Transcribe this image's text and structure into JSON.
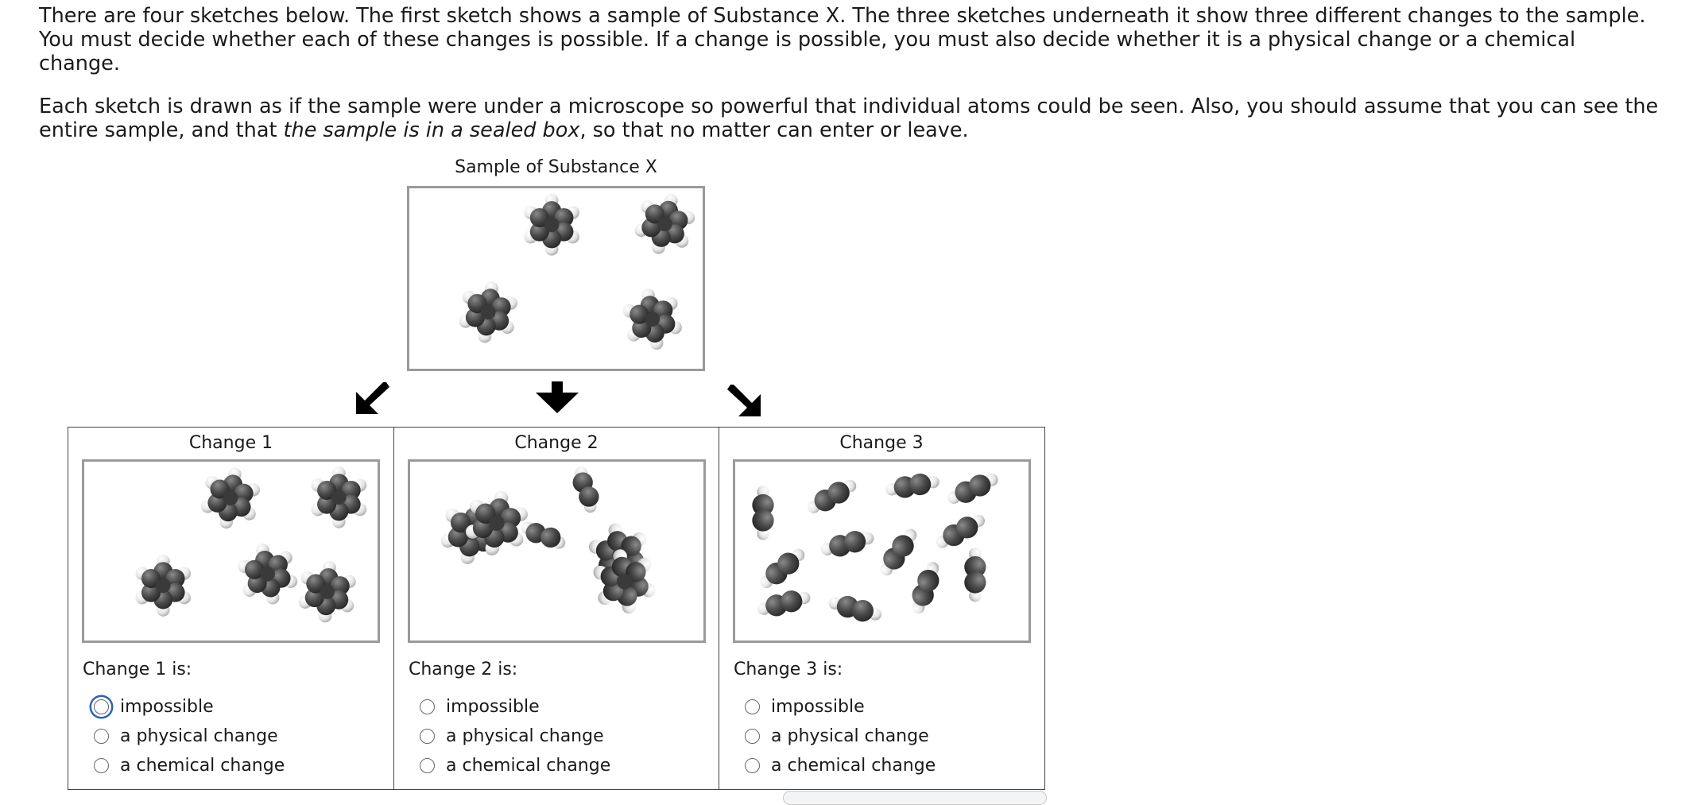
{
  "instructions": {
    "p1": "There are four sketches below. The first sketch shows a sample of Substance X. The three sketches underneath it show three different changes to the sample. You must decide whether each of these changes is possible. If a change is possible, you must also decide whether it is a physical change or a chemical change.",
    "p2_start": "Each sketch is drawn as if the sample were under a microscope so powerful that individual atoms could be seen. Also, you should assume that you can see the entire sample, and that ",
    "p2_italic": "the sample is in a sealed box",
    "p2_end": ", so that no matter can enter or leave."
  },
  "sample": {
    "title": "Sample of Substance X",
    "molecule_icon": "benzene-molecule-icon"
  },
  "changes": [
    {
      "title": "Change 1",
      "question": "Change 1 is:",
      "focused_option": 0
    },
    {
      "title": "Change 2",
      "question": "Change 2 is:"
    },
    {
      "title": "Change 3",
      "question": "Change 3 is:"
    }
  ],
  "options": [
    "impossible",
    "a physical change",
    "a chemical change"
  ],
  "colors": {
    "carbon": "#4a4a4a",
    "hydrogen": "#eeeeee",
    "focus_ring": "#2f63b8",
    "box_border": "#9a9a9a"
  }
}
